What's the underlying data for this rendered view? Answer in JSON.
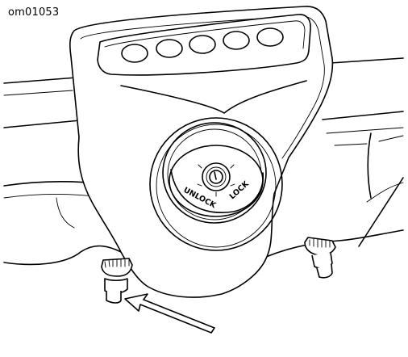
{
  "figure_id": "om01053",
  "lock_labels": {
    "unlock": "UNLOCK",
    "lock": "LOCK"
  },
  "colors": {
    "line": "#000000",
    "background": "#ffffff"
  },
  "icons": {
    "arrow": "pointer-arrow-icon",
    "key": "key-slot-icon"
  }
}
